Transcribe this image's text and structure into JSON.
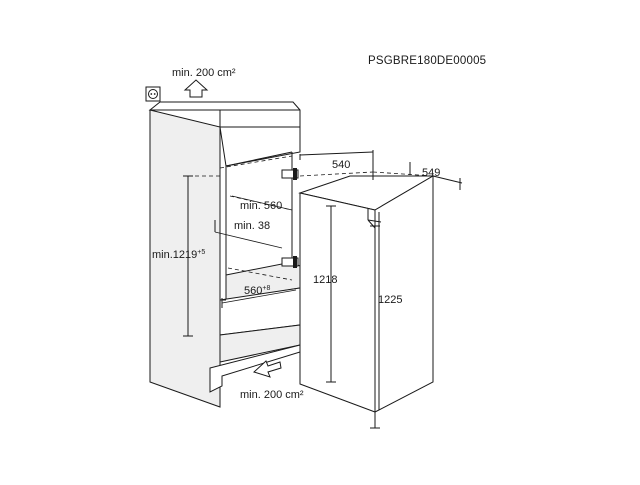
{
  "diagram": {
    "code": "PSGBRE180DE00005",
    "top_vent": "min. 200 cm²",
    "bottom_vent": "min. 200 cm²",
    "dim_depth_min": "min. 560",
    "dim_gap_min": "min. 38",
    "dim_height_min_base": "min.1219",
    "dim_height_min_sup": "+5",
    "dim_width_base": "560",
    "dim_width_sup": "+8",
    "dim_depth_top": "540",
    "dim_width_top": "549",
    "dim_height_left": "1218",
    "dim_height_right": "1225",
    "icons": [
      "power-socket-icon",
      "airflow-up-arrow-icon",
      "airflow-in-arrow-icon",
      "door-hinge-icon"
    ],
    "colors": {
      "line": "#1a1a1a",
      "background": "#ffffff",
      "shade": "#efefef"
    }
  }
}
